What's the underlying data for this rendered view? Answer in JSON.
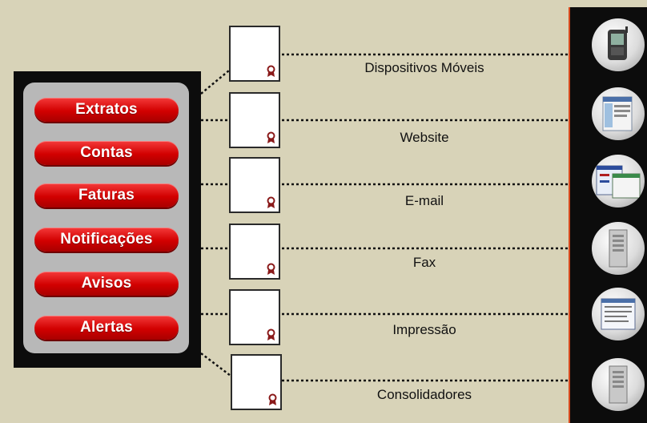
{
  "documents": [
    {
      "label": "Extratos",
      "icon": "pill-button"
    },
    {
      "label": "Contas",
      "icon": "pill-button"
    },
    {
      "label": "Faturas",
      "icon": "pill-button"
    },
    {
      "label": "Notificações",
      "icon": "pill-button"
    },
    {
      "label": "Avisos",
      "icon": "pill-button"
    },
    {
      "label": "Alertas",
      "icon": "pill-button"
    }
  ],
  "channels": [
    {
      "label": "Dispositivos Móveis",
      "icon": "mobile-device-icon"
    },
    {
      "label": "Website",
      "icon": "website-icon"
    },
    {
      "label": "E-mail",
      "icon": "email-icon"
    },
    {
      "label": "Fax",
      "icon": "fax-server-icon"
    },
    {
      "label": "Impressão",
      "icon": "printed-document-icon"
    },
    {
      "label": "Consolidadores",
      "icon": "consolidator-server-icon"
    }
  ],
  "colors": {
    "background": "#d8d3b8",
    "panel": "#0c0c0c",
    "button_red": "#d20000",
    "panel_border_accent": "#d84a1e"
  }
}
